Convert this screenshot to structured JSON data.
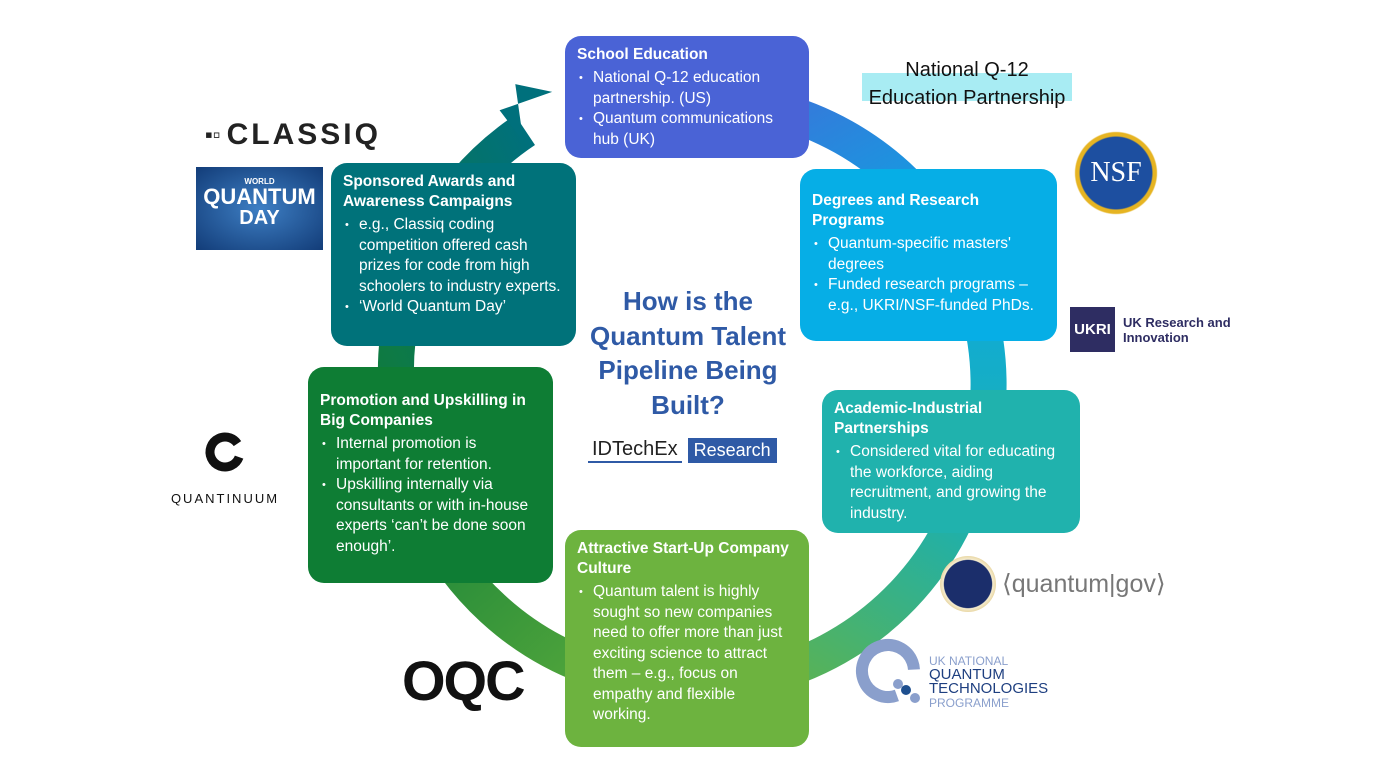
{
  "title": "How is the Quantum Talent Pipeline Being Built?",
  "brand": {
    "name": "IDTechEx",
    "tag": "Research"
  },
  "boxes": [
    {
      "heading": "School Education",
      "bullets": [
        "National Q-12 education partnership. (US)",
        "Quantum communications hub (UK)"
      ],
      "color": "#4a63d6"
    },
    {
      "heading": "Degrees and Research Programs",
      "bullets": [
        "Quantum-specific masters' degrees",
        "Funded research programs – e.g., UKRI/NSF-funded PhDs."
      ],
      "color": "#06aee6"
    },
    {
      "heading": "Academic-Industrial Partnerships",
      "bullets": [
        "Considered vital for educating the workforce, aiding recruitment, and growing the industry."
      ],
      "color": "#20b2ad"
    },
    {
      "heading": "Attractive Start-Up Company Culture",
      "bullets": [
        "Quantum talent is highly sought so new companies need to offer more than just exciting science to attract them – e.g., focus on empathy and flexible working."
      ],
      "color": "#6db33f"
    },
    {
      "heading": "Promotion and Upskilling in Big Companies",
      "bullets": [
        "Internal promotion is important for retention.",
        "Upskilling internally via consultants or with in-house experts ‘can’t be done soon enough’."
      ],
      "color": "#0e7d34"
    },
    {
      "heading": "Sponsored Awards and Awareness Campaigns",
      "bullets": [
        "e.g., Classiq coding competition offered cash prizes for code from high schoolers to industry experts.",
        "‘World Quantum Day’"
      ],
      "color": "#00727a"
    }
  ],
  "logos": {
    "q12": "National Q-12 Education Partnership",
    "nsf": "NSF",
    "ukri": {
      "mark": "UKRI",
      "name": "UK Research and Innovation"
    },
    "qgov": "⟨quantum|gov⟩",
    "nqtp": {
      "l1": "UK NATIONAL",
      "l2": "QUANTUM",
      "l3": "TECHNOLOGIES",
      "l4": "PROGRAMME"
    },
    "oqc": "OQC",
    "quantinuum": "QUANTINUUM",
    "classiq": "CLASSIQ",
    "wqd": {
      "l1": "WORLD",
      "l2": "QUANTUM",
      "l3": "DAY"
    }
  }
}
